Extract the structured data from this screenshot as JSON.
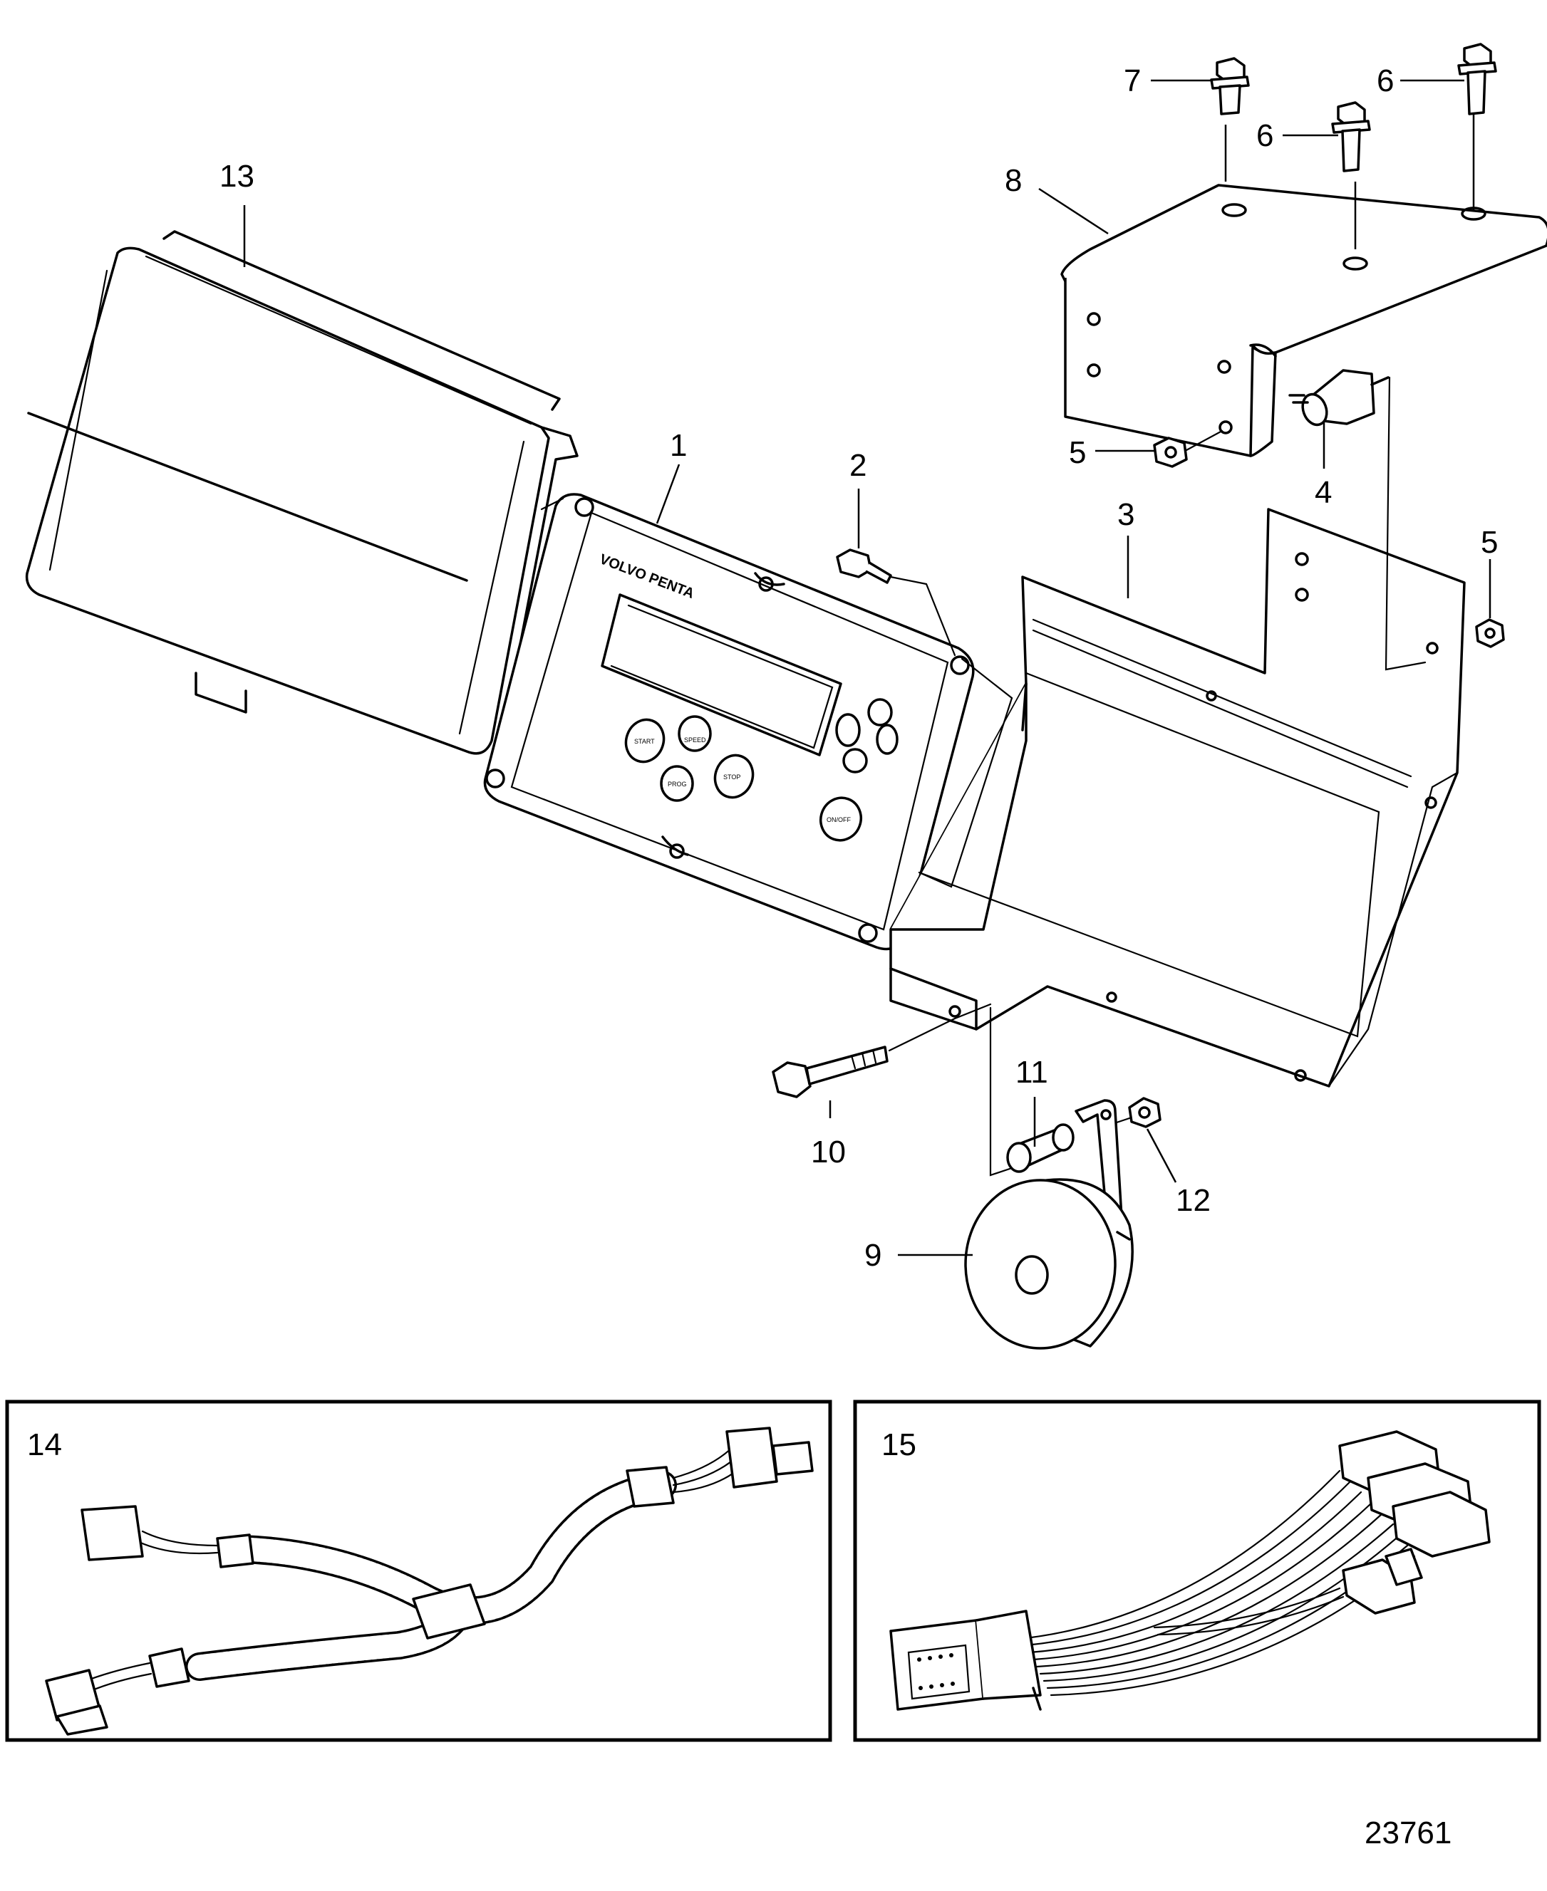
{
  "figure": {
    "figure_number": "23761",
    "brand_text": "VOLVO PENTA",
    "keypad_labels": {
      "start": "START",
      "speed": "SPEED",
      "stop": "STOP",
      "prog": "PROG",
      "onoff": "ON/OFF"
    }
  },
  "callouts": [
    {
      "id": "1",
      "label": "1"
    },
    {
      "id": "2",
      "label": "2"
    },
    {
      "id": "3",
      "label": "3"
    },
    {
      "id": "4",
      "label": "4"
    },
    {
      "id": "5a",
      "label": "5"
    },
    {
      "id": "5b",
      "label": "5"
    },
    {
      "id": "6a",
      "label": "6"
    },
    {
      "id": "6b",
      "label": "6"
    },
    {
      "id": "7",
      "label": "7"
    },
    {
      "id": "8",
      "label": "8"
    },
    {
      "id": "9",
      "label": "9"
    },
    {
      "id": "10",
      "label": "10"
    },
    {
      "id": "11",
      "label": "11"
    },
    {
      "id": "12",
      "label": "12"
    },
    {
      "id": "13",
      "label": "13"
    },
    {
      "id": "14",
      "label": "14"
    },
    {
      "id": "15",
      "label": "15"
    }
  ]
}
